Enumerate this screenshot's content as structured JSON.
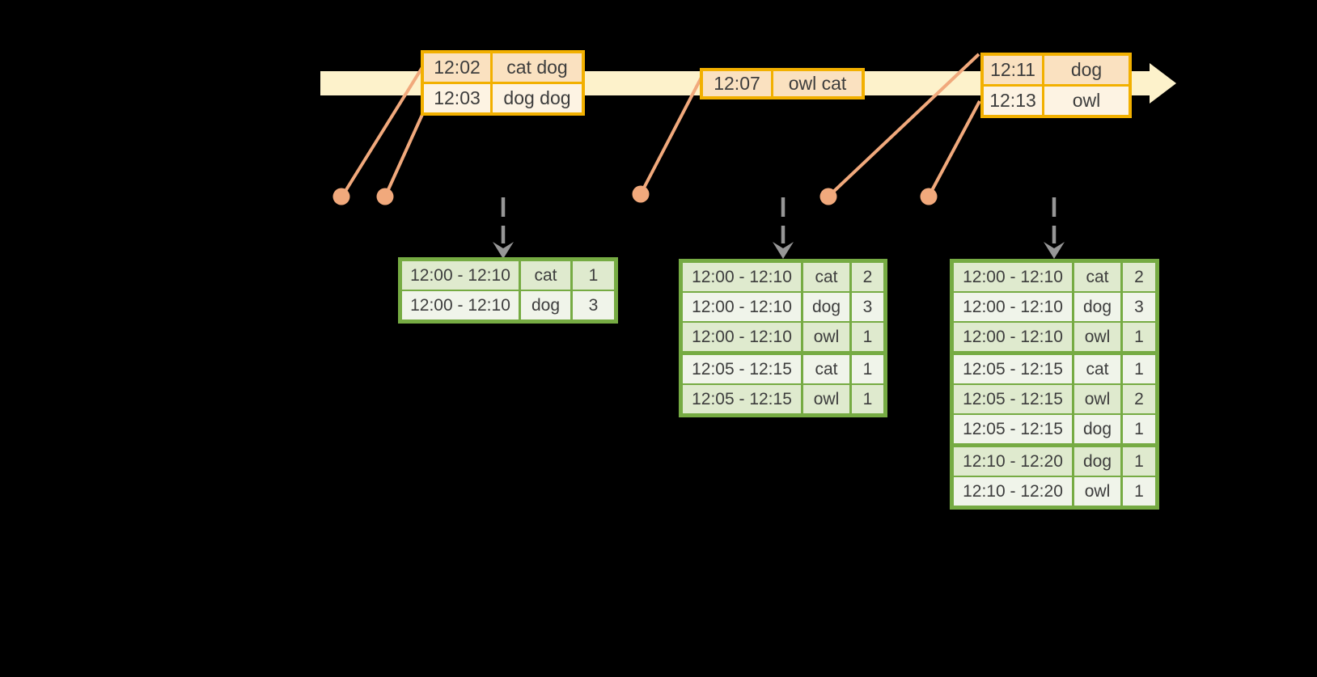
{
  "colors": {
    "background": "#000000",
    "timeline_fill": "#fdf2cb",
    "event_border": "#f2b000",
    "event_row_dark": "#fae1c0",
    "event_row_light": "#fdf3e3",
    "connector": "#f1a97c",
    "result_border": "#76ab43",
    "result_row_dark": "#dfeace",
    "result_row_light": "#f0f4ea",
    "trigger_arrow": "#979797",
    "text": "#3d3d3d"
  },
  "event_tables": [
    {
      "rows": [
        [
          "12:02",
          "cat dog"
        ],
        [
          "12:03",
          "dog dog"
        ]
      ]
    },
    {
      "rows": [
        [
          "12:07",
          "owl cat"
        ]
      ]
    },
    {
      "rows": [
        [
          "12:11",
          "dog"
        ],
        [
          "12:13",
          "owl"
        ]
      ]
    }
  ],
  "result_tables": [
    {
      "rows": [
        [
          "12:00 - 12:10",
          "cat",
          "1"
        ],
        [
          "12:00 - 12:10",
          "dog",
          "3"
        ]
      ],
      "group_breaks": []
    },
    {
      "rows": [
        [
          "12:00 - 12:10",
          "cat",
          "2"
        ],
        [
          "12:00 - 12:10",
          "dog",
          "3"
        ],
        [
          "12:00 - 12:10",
          "owl",
          "1"
        ],
        [
          "12:05 - 12:15",
          "cat",
          "1"
        ],
        [
          "12:05 - 12:15",
          "owl",
          "1"
        ]
      ],
      "group_breaks": [
        3
      ]
    },
    {
      "rows": [
        [
          "12:00 - 12:10",
          "cat",
          "2"
        ],
        [
          "12:00 - 12:10",
          "dog",
          "3"
        ],
        [
          "12:00 - 12:10",
          "owl",
          "1"
        ],
        [
          "12:05 - 12:15",
          "cat",
          "1"
        ],
        [
          "12:05 - 12:15",
          "owl",
          "2"
        ],
        [
          "12:05 - 12:15",
          "dog",
          "1"
        ],
        [
          "12:10 - 12:20",
          "dog",
          "1"
        ],
        [
          "12:10 - 12:20",
          "owl",
          "1"
        ]
      ],
      "group_breaks": [
        3,
        6
      ]
    }
  ]
}
